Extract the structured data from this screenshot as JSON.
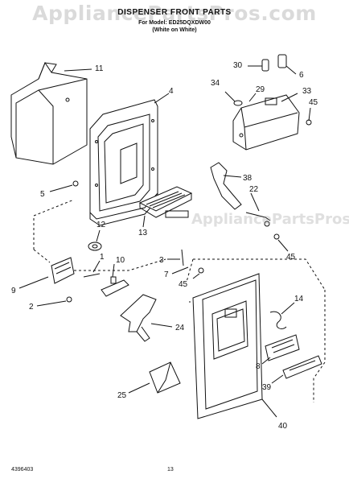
{
  "header": {
    "title": "DISPENSER FRONT PARTS",
    "subtitle": "For Model: ED25DQXDW00",
    "note": "(White on White)"
  },
  "watermark": {
    "top": "AppliancePartsPros.com",
    "middle": "AppliancePartsPros.com"
  },
  "footer": {
    "doc_number": "4396403",
    "page_number": "13"
  },
  "callouts": {
    "c11": "11",
    "c4": "4",
    "c30": "30",
    "c6": "6",
    "c34": "34",
    "c29": "29",
    "c33": "33",
    "c45a": "45",
    "c38": "38",
    "c22": "22",
    "c5": "5",
    "c12": "12",
    "c13": "13",
    "c45b": "45",
    "c1": "1",
    "c10": "10",
    "c3": "3",
    "c7": "7",
    "c45c": "45",
    "c9": "9",
    "c2": "2",
    "c14": "14",
    "c24": "24",
    "c8": "8",
    "c39": "39",
    "c25": "25",
    "c40": "40"
  }
}
